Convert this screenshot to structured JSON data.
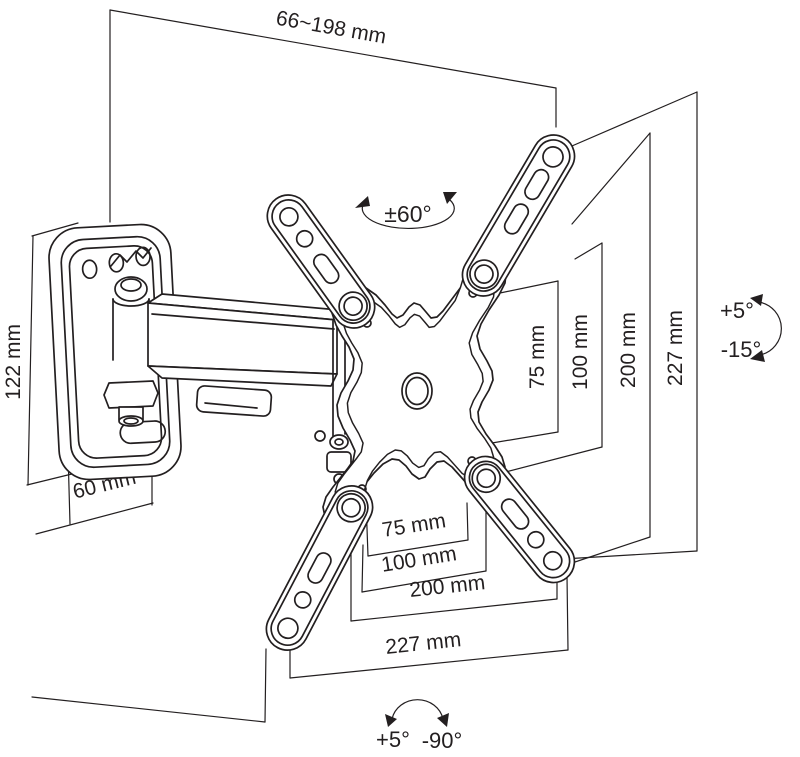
{
  "diagram": {
    "dimensions": {
      "extension_range": "66~198 mm",
      "wall_plate_height": "122 mm",
      "wall_plate_width": "60 mm",
      "vertical": {
        "d75": "75 mm",
        "d100": "100 mm",
        "d200": "200 mm",
        "d227": "227 mm"
      },
      "horizontal": {
        "d75": "75 mm",
        "d100": "100 mm",
        "d200": "200 mm",
        "d227": "227 mm"
      }
    },
    "angles": {
      "rotation": "±60°",
      "tilt_up": "+5°",
      "tilt_down": "-15°",
      "swivel_plus": "+5°",
      "swivel_minus": "-90°"
    },
    "colors": {
      "line": "#231f20",
      "background": "#ffffff"
    }
  }
}
